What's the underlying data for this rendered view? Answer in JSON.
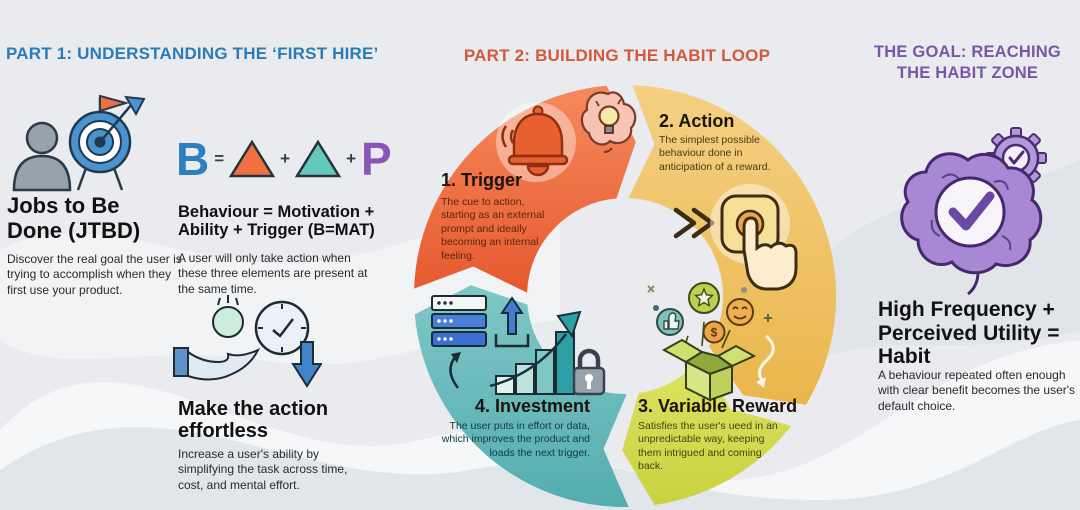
{
  "part1": {
    "heading": "PART 1: UNDERSTANDING THE ‘FIRST HIRE’",
    "accent_color": "#2a7cb9",
    "jtbd": {
      "title": "Jobs to Be Done (JTBD)",
      "desc": "Discover the real goal the user is trying to accomplish when they first use your product."
    },
    "bmat": {
      "title": "Behaviour = Motivation + Ability + Trigger (B=MAT)",
      "desc": "A user will only take action when these three elements are present at the same time.",
      "formula": {
        "b": "B",
        "equals": "=",
        "plus1": "+",
        "plus2": "+",
        "p": "P"
      }
    },
    "effortless": {
      "title": "Make the action effortless",
      "desc": "Increase a user's ability by simplifying the task across time, cost, and mental effort."
    }
  },
  "part2": {
    "heading": "PART 2: BUILDING THE HABIT LOOP",
    "accent_color": "#d4593a",
    "coin_symbol": "$",
    "loop": {
      "direction": "clockwise",
      "segments": [
        {
          "id": "trigger",
          "label": "1. Trigger",
          "desc": "The cue to action, starting as an external prompt and ideally becoming an internal feeling.",
          "color_light": "#f58a5c",
          "color_dark": "#e7592f",
          "start_angle": 272,
          "end_angle": 355
        },
        {
          "id": "action",
          "label": "2. Action",
          "desc": "The simplest possible behaviour done in anticipation of a reward.",
          "color_light": "#f5d083",
          "color_dark": "#e9b64b",
          "start_angle": 2,
          "end_angle": 121
        },
        {
          "id": "reward",
          "label": "3. Variable Reward",
          "desc": "Satisfies the user's ueed in an unpredictable way, keeping them intrigued and coming back.",
          "color_light": "#dde364",
          "color_dark": "#c9d23f",
          "start_angle": 128,
          "end_angle": 172
        },
        {
          "id": "invest",
          "label": "4. Investment",
          "desc": "The user puts in effort or data, which improves the product and loads the next trigger.",
          "color_light": "#7fc7c6",
          "color_dark": "#54adb0",
          "start_angle": 179,
          "end_angle": 265
        }
      ]
    }
  },
  "goal": {
    "heading": "THE GOAL: REACHING THE HABIT ZONE",
    "accent_color": "#7a56ab",
    "title": "High Frequency + Perceived Utility = Habit",
    "desc": "A behaviour repeated often enough with clear benefit becomes the user's default choice."
  }
}
